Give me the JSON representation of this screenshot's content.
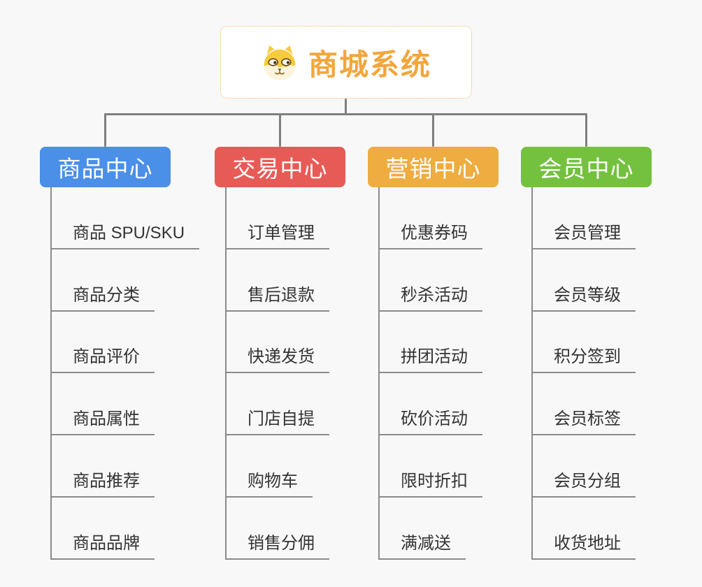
{
  "canvas": {
    "background_color": "#f8f8f8",
    "connector_color": "#7f7f7f",
    "leaf_line_color": "#8b8b8b",
    "leaf_text_color": "#333333"
  },
  "root": {
    "label": "商城系统",
    "icon": "dog-face-icon",
    "text_color": "#f2a63c",
    "border_color": "#f3b95f",
    "background_color": "#ffffff"
  },
  "branches": [
    {
      "label": "商品中心",
      "color": "#4a8fe8",
      "children": [
        "商品 SPU/SKU",
        "商品分类",
        "商品评价",
        "商品属性",
        "商品推荐",
        "商品品牌"
      ]
    },
    {
      "label": "交易中心",
      "color": "#e75b57",
      "children": [
        "订单管理",
        "售后退款",
        "快递发货",
        "门店自提",
        "购物车",
        "销售分佣"
      ]
    },
    {
      "label": "营销中心",
      "color": "#eeac41",
      "children": [
        "优惠券码",
        "秒杀活动",
        "拼团活动",
        "砍价活动",
        "限时折扣",
        "满减送"
      ]
    },
    {
      "label": "会员中心",
      "color": "#74c13f",
      "children": [
        "会员管理",
        "会员等级",
        "积分签到",
        "会员标签",
        "会员分组",
        "收货地址"
      ]
    }
  ]
}
